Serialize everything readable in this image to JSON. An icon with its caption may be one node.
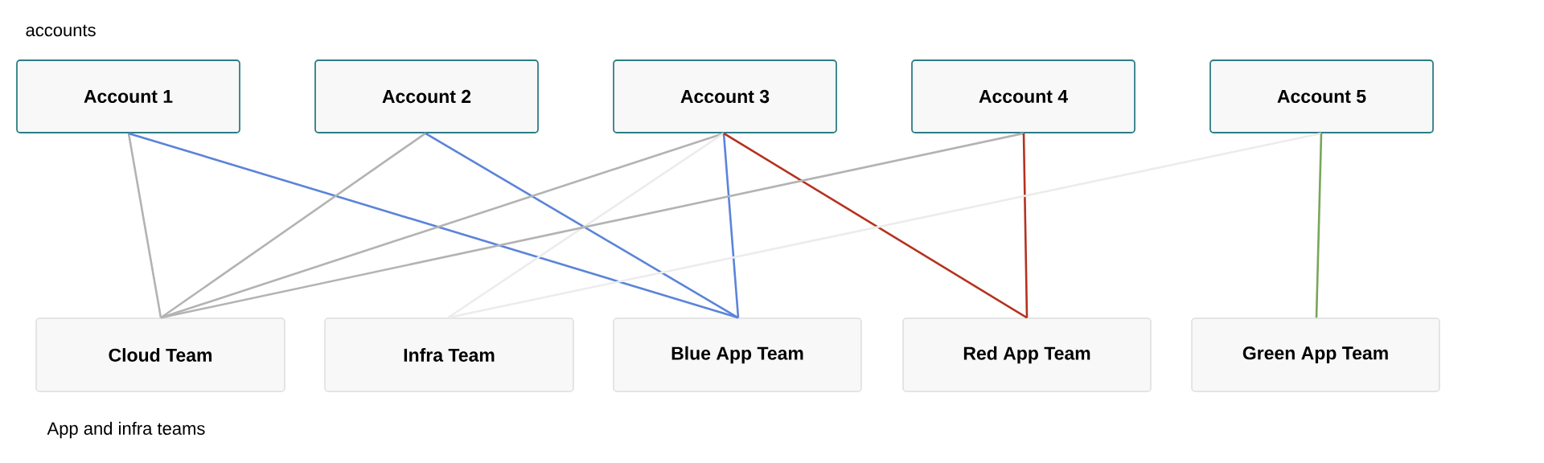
{
  "diagram": {
    "nodes": [
      {
        "text": [
          "Account 1"
        ]
      },
      {
        "text": [
          "Account 2"
        ]
      },
      {
        "text": [
          "Account 3"
        ]
      },
      {
        "text": [
          "Account 4"
        ]
      },
      {
        "text": [
          "Account 5"
        ]
      },
      {
        "text": [
          "Cloud Team"
        ]
      },
      {
        "text": [
          "Infra Team"
        ]
      },
      {
        "text": [
          "Blue App Team"
        ]
      },
      {
        "text": [
          "Red App Team"
        ]
      },
      {
        "text": [
          "Green App Team"
        ]
      }
    ],
    "edges": [
      {
        "from": 0,
        "to": 5,
        "arrow": "none"
      },
      {
        "from": 0,
        "to": 7,
        "arrow": "none",
        "color": "#5b84d9"
      },
      {
        "from": 1,
        "to": 5,
        "arrow": "none"
      },
      {
        "from": 1,
        "to": 7,
        "arrow": "none",
        "color": "#5b84d9"
      },
      {
        "from": 2,
        "to": 5,
        "arrow": "none"
      },
      {
        "from": 2,
        "to": 6,
        "arrow": "none",
        "color": "#ececec"
      },
      {
        "from": 2,
        "to": 7,
        "arrow": "none",
        "color": "#5b84d9"
      },
      {
        "from": 2,
        "to": 8,
        "arrow": "none",
        "color": "#b5321f"
      },
      {
        "from": 3,
        "to": 5,
        "arrow": "none"
      },
      {
        "from": 3,
        "to": 8,
        "arrow": "none",
        "color": "#b5321f"
      },
      {
        "from": 4,
        "to": 6,
        "arrow": "none",
        "color": "#ececec"
      },
      {
        "from": 4,
        "to": 9,
        "arrow": "none",
        "color": "#79a65a"
      }
    ],
    "labels": [
      "accounts",
      "App and infra teams"
    ]
  }
}
